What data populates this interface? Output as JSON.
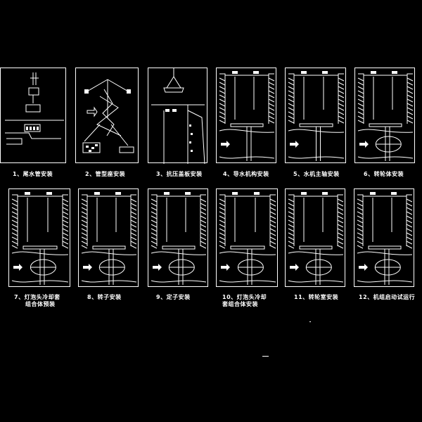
{
  "steps": [
    {
      "caption": "1、尾水管安装"
    },
    {
      "caption": "2、管型座安装"
    },
    {
      "caption": "3、抗压盖板安装"
    },
    {
      "caption": "4、导水机构安装"
    },
    {
      "caption": "5、水机主轴安装"
    },
    {
      "caption": "6、转轮体安装"
    },
    {
      "caption_l1": "7、灯泡头冷却套",
      "caption_l2": "组合体预装"
    },
    {
      "caption": "8、转子安装"
    },
    {
      "caption": "9、定子安装"
    },
    {
      "caption_l1": "10、灯泡头冷却",
      "caption_l2": "套组合体安装"
    },
    {
      "caption": "11、转轮室安装"
    },
    {
      "caption": "12、机组启动试运行"
    }
  ]
}
